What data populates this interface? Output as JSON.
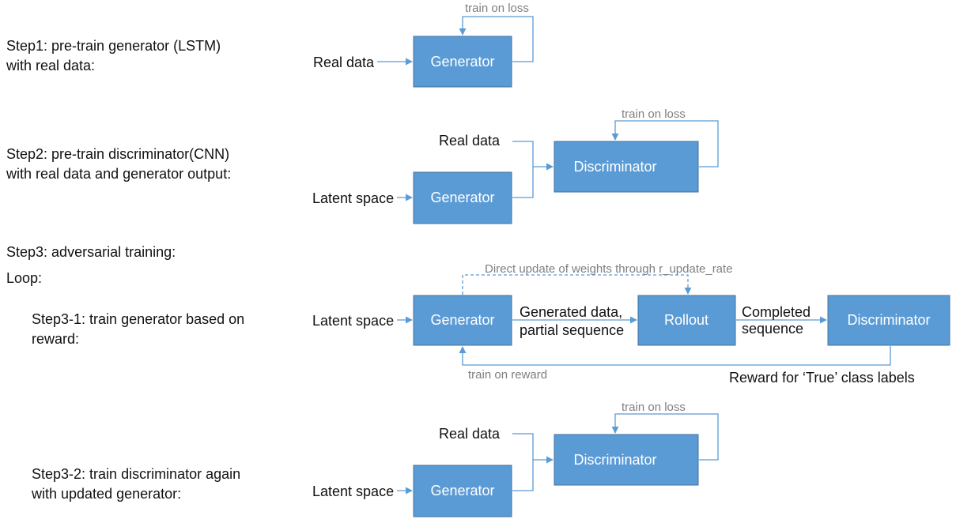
{
  "steps": {
    "step1": {
      "line1": "Step1: pre-train generator (LSTM)",
      "line2": "with real data:"
    },
    "step2": {
      "line1": "Step2: pre-train discriminator(CNN)",
      "line2": "with real data and generator output:"
    },
    "step3": "Step3: adversarial training:",
    "loop": "Loop:",
    "step3_1": {
      "line1": "Step3-1: train generator based on",
      "line2": "reward:"
    },
    "step3_2": {
      "line1": "Step3-2: train discriminator again",
      "line2": "with updated generator:"
    }
  },
  "inputs": {
    "real_data": "Real data",
    "latent_space": "Latent space"
  },
  "nodes": {
    "generator": "Generator",
    "discriminator": "Discriminator",
    "rollout": "Rollout"
  },
  "loops": {
    "train_on_loss": "train on loss",
    "train_on_reward": "train on reward",
    "direct_update": "Direct update of weights through r_update_rate"
  },
  "edges": {
    "generated_line1": "Generated data,",
    "generated_line2": "partial sequence",
    "completed_line1": "Completed",
    "completed_line2": "sequence",
    "reward": "Reward for ‘True’ class labels"
  },
  "colors": {
    "box_fill": "#5b9bd5",
    "box_stroke": "#41719c",
    "connector": "#5b9bd5",
    "loop_text": "#7f7f7f"
  }
}
